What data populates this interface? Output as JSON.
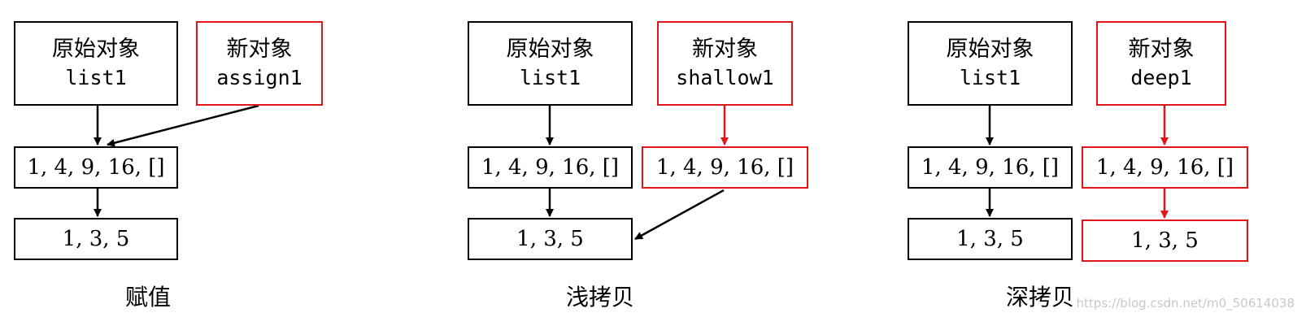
{
  "colors": {
    "black": "#000000",
    "red": "#e0161b",
    "watermark": "#c8c8c8"
  },
  "panels": [
    {
      "caption": "赋值",
      "original": {
        "title": "原始对象",
        "name": "list1"
      },
      "new_object": {
        "title": "新对象",
        "name": "assign1"
      },
      "boxes": [
        {
          "value": "1, 4, 9, 16, []"
        },
        {
          "value": "1, 3, 5"
        }
      ]
    },
    {
      "caption": "浅拷贝",
      "original": {
        "title": "原始对象",
        "name": "list1"
      },
      "new_object": {
        "title": "新对象",
        "name": "shallow1"
      },
      "boxes": [
        {
          "value": "1, 4, 9, 16, []"
        },
        {
          "value": "1, 3, 5"
        },
        {
          "value": "1, 4, 9, 16, []"
        }
      ]
    },
    {
      "caption": "深拷贝",
      "original": {
        "title": "原始对象",
        "name": "list1"
      },
      "new_object": {
        "title": "新对象",
        "name": "deep1"
      },
      "boxes": [
        {
          "value": "1, 4, 9, 16, []"
        },
        {
          "value": "1, 3, 5"
        },
        {
          "value": "1, 4, 9, 16, []"
        },
        {
          "value": "1, 3, 5"
        }
      ]
    }
  ],
  "watermark": "https://blog.csdn.net/m0_50614038"
}
